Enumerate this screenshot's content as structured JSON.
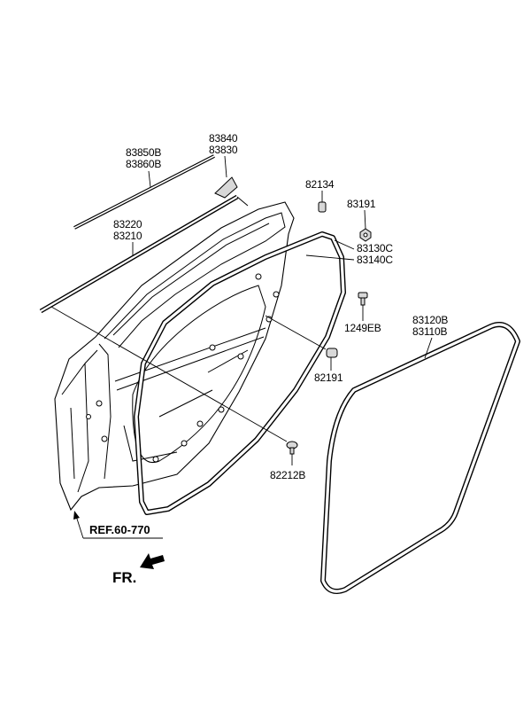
{
  "callouts": [
    {
      "lines": [
        "83850B",
        "83860B"
      ]
    },
    {
      "lines": [
        "83840",
        "83830"
      ]
    },
    {
      "lines": [
        "82134"
      ]
    },
    {
      "lines": [
        "83191"
      ]
    },
    {
      "lines": [
        "83220",
        "83210"
      ]
    },
    {
      "lines": [
        "83130C",
        "83140C"
      ]
    },
    {
      "lines": [
        "1249EB"
      ]
    },
    {
      "lines": [
        "83120B",
        "83110B"
      ]
    },
    {
      "lines": [
        "82191"
      ]
    },
    {
      "lines": [
        "82212B"
      ]
    }
  ],
  "reference": "REF.60-770",
  "front_marker": "FR.",
  "colors": {
    "line": "#000000",
    "background": "#ffffff"
  }
}
